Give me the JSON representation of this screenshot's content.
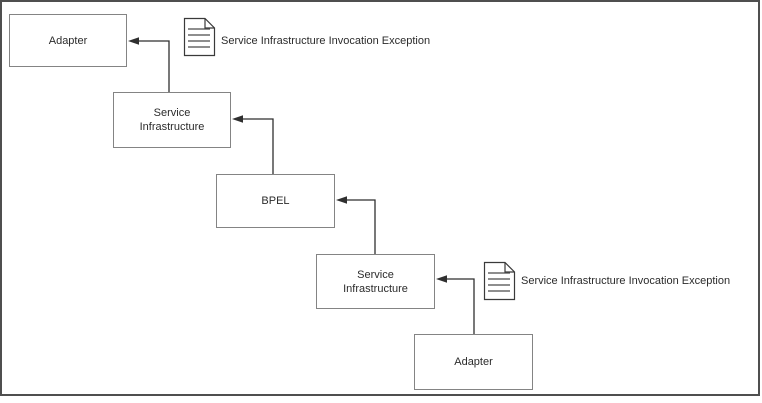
{
  "diagram": {
    "type": "flow-diagram",
    "nodes": [
      {
        "id": "adapter-top",
        "label": "Adapter"
      },
      {
        "id": "service-infrastructure-upper",
        "label": "Service Infrastructure"
      },
      {
        "id": "bpel",
        "label": "BPEL"
      },
      {
        "id": "service-infrastructure-lower",
        "label": "Service Infrastructure"
      },
      {
        "id": "adapter-bottom",
        "label": "Adapter"
      }
    ],
    "connectors": [
      {
        "from": "service-infrastructure-upper",
        "to": "adapter-top",
        "style": "elbow-arrow"
      },
      {
        "from": "bpel",
        "to": "service-infrastructure-upper",
        "style": "elbow-arrow"
      },
      {
        "from": "service-infrastructure-lower",
        "to": "bpel",
        "style": "elbow-arrow"
      },
      {
        "from": "adapter-bottom",
        "to": "service-infrastructure-lower",
        "style": "elbow-arrow"
      }
    ],
    "exceptions": [
      {
        "icon": "document-icon",
        "text": "Service Infrastructure Invocation Exception",
        "attached_near": "adapter-top"
      },
      {
        "icon": "document-icon",
        "text": "Service Infrastructure Invocation Exception",
        "attached_near": "service-infrastructure-lower"
      }
    ],
    "colors": {
      "background": "#ffffff",
      "frame_border": "#4f4f4f",
      "box_border": "#848484",
      "connector": "#2f2f2f",
      "text": "#2b2b2b"
    }
  }
}
